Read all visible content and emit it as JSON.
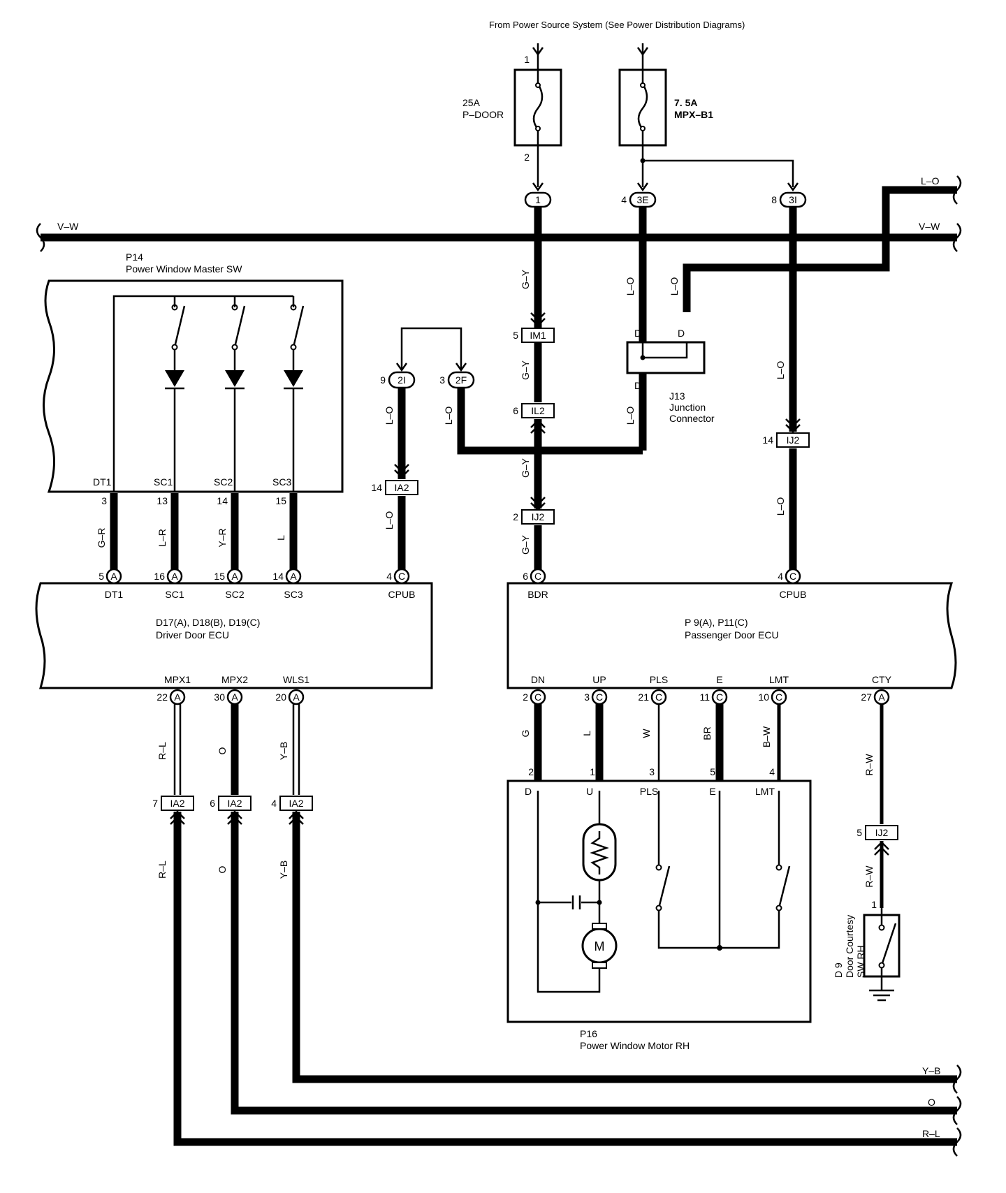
{
  "header": {
    "source_note": "From Power Source System (See Power Distribution Diagrams)"
  },
  "fuses": [
    {
      "rating": "25A",
      "name": "P–DOOR",
      "pin_in": "1",
      "pin_out": "2"
    },
    {
      "rating": "7. 5A",
      "name": "MPX–B1"
    }
  ],
  "junction_pills": [
    "1",
    "3E",
    "3I",
    "2I",
    "2F"
  ],
  "junction_pins": {
    "3E": "4",
    "3I": "8",
    "2I": "9",
    "2F": "3"
  },
  "connectors": {
    "im1": "IM1",
    "il2": "IL2",
    "ij2": "IJ2",
    "ia2": "IA2"
  },
  "wires": {
    "v_w": "V–W",
    "l_o": "L–O",
    "g_y": "G–Y",
    "g_r": "G–R",
    "l_r": "L–R",
    "y_r": "Y–R",
    "l": "L",
    "r_l": "R–L",
    "o": "O",
    "y_b": "Y–B",
    "g": "G",
    "w": "W",
    "br": "BR",
    "b_w": "B–W",
    "r_w": "R–W"
  },
  "master_sw": {
    "code": "P14",
    "name": "Power Window Master SW",
    "terminals": [
      "DT1",
      "SC1",
      "SC2",
      "SC3"
    ],
    "pins": [
      "3",
      "13",
      "14",
      "15"
    ]
  },
  "driver_ecu": {
    "codes": "D17(A), D18(B), D19(C)",
    "name": "Driver Door ECU",
    "top_terminals": [
      "DT1",
      "SC1",
      "SC2",
      "SC3",
      "CPUB"
    ],
    "top_pins": [
      "5",
      "16",
      "15",
      "14",
      "4"
    ],
    "top_badges": [
      "A",
      "A",
      "A",
      "A",
      "C"
    ],
    "bottom_terminals": [
      "MPX1",
      "MPX2",
      "WLS1"
    ],
    "bottom_pins": [
      "22",
      "30",
      "20"
    ],
    "bottom_badges": [
      "A",
      "A",
      "A"
    ]
  },
  "passenger_ecu": {
    "codes": "P 9(A), P11(C)",
    "name": "Passenger Door ECU",
    "top_terminals": [
      "BDR",
      "CPUB"
    ],
    "top_pins": [
      "6",
      "4"
    ],
    "top_badges": [
      "C",
      "C"
    ],
    "bottom_terminals": [
      "DN",
      "UP",
      "PLS",
      "E",
      "LMT",
      "CTY"
    ],
    "bottom_pins": [
      "2",
      "3",
      "21",
      "11",
      "10",
      "27"
    ],
    "bottom_badges": [
      "C",
      "C",
      "C",
      "C",
      "C",
      "A"
    ]
  },
  "junction_connector": {
    "code": "J13",
    "line1": "Junction",
    "line2": "Connector",
    "pin": "D"
  },
  "motor": {
    "code": "P16",
    "name": "Power Window Motor RH",
    "terminals": [
      "D",
      "U",
      "PLS",
      "E",
      "LMT"
    ],
    "pins": [
      "2",
      "1",
      "3",
      "5",
      "4"
    ],
    "symbol": "M"
  },
  "courtesy_sw": {
    "code": "D 9",
    "line1": "Door Courtesy",
    "line2": "SW RH",
    "pin": "1"
  },
  "conn_pins": {
    "im1": "5",
    "il2": "6",
    "ij2_left": "2",
    "ia2_top": "14",
    "ij2_right": "14",
    "ia2_a": "7",
    "ia2_b": "6",
    "ia2_c": "4",
    "ij2_cty": "5"
  }
}
